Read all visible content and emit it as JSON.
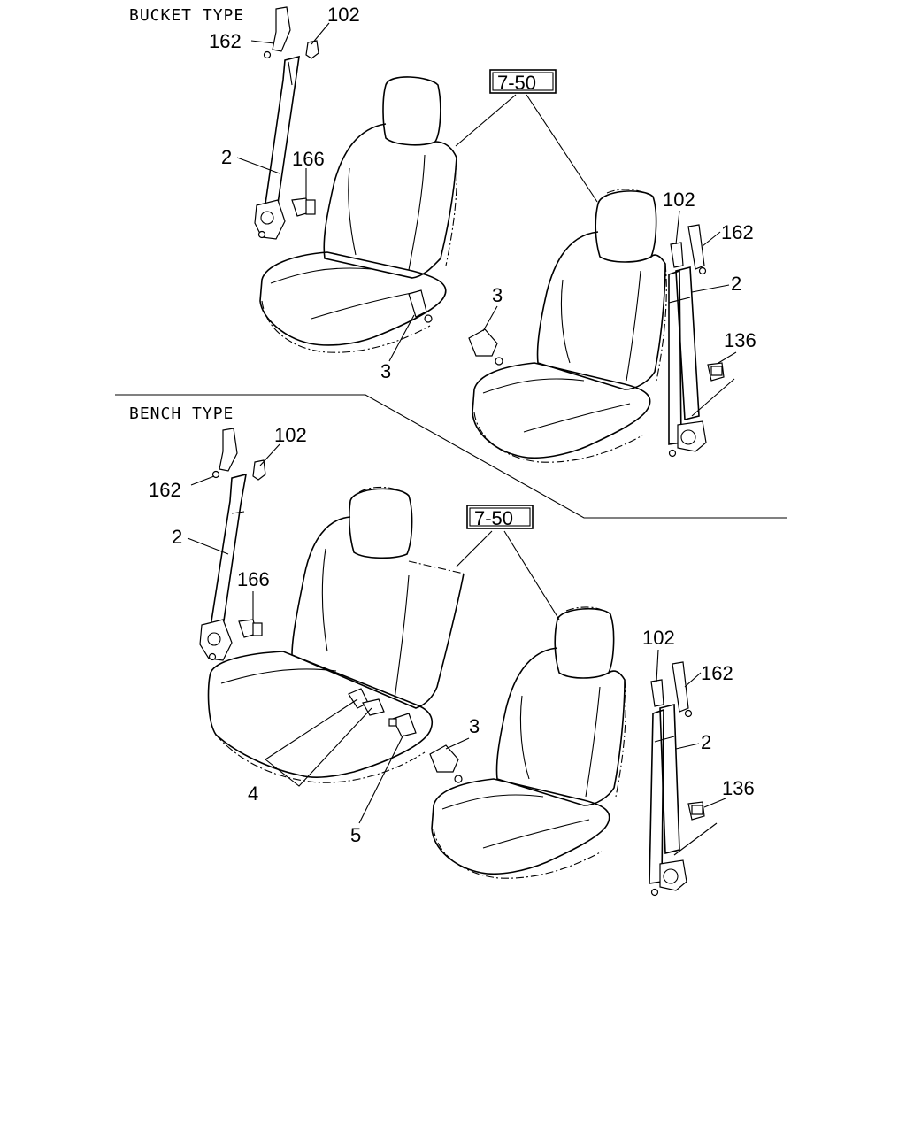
{
  "sections": {
    "bucket": {
      "title": "BUCKET TYPE"
    },
    "bench": {
      "title": "BENCH TYPE"
    }
  },
  "refs": {
    "seat_ref": "7-50"
  },
  "callouts": {
    "bucket_left": {
      "bracket": "162",
      "cover": "102",
      "belt": "2",
      "bolt": "166",
      "buckle": "3"
    },
    "bucket_right": {
      "cover": "102",
      "bracket": "162",
      "belt": "2",
      "bolt": "136",
      "buckle": "3"
    },
    "bench_left": {
      "cover": "102",
      "bracket": "162",
      "belt": "2",
      "bolt": "166",
      "lap_belt": "4",
      "center_buckle": "5"
    },
    "bench_right": {
      "cover": "102",
      "bracket": "162",
      "belt": "2",
      "bolt": "136",
      "buckle": "3"
    }
  }
}
